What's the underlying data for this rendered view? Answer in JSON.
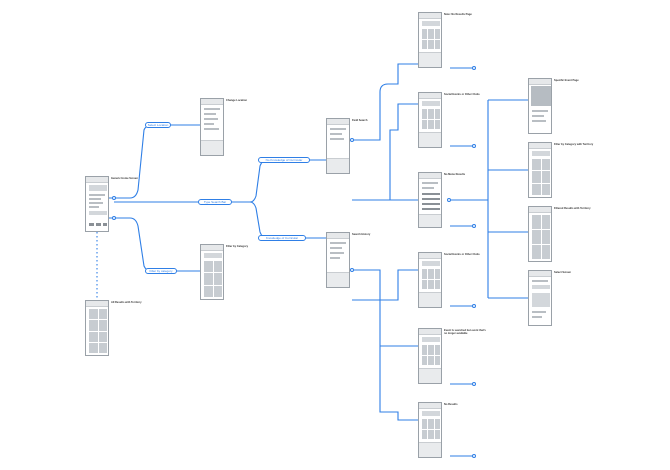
{
  "edge_labels": {
    "select_location": "Select Location",
    "filter_category": "Filter by category",
    "type_search": "Type Search Bar",
    "no_knowledge": "No Knowledge of Curricular",
    "knowledge": "Knowledge of Curricular"
  },
  "screens": {
    "home": "Generic Home Screen",
    "all_results": "All Results with Territory",
    "change_location": "Change Location",
    "filter_category": "Filter by Category",
    "field_search": "Field Search",
    "search_history": "Search History",
    "no_results_page": "Note: No Results Page",
    "social_events_1": "Social Events or Other Clubs",
    "no_menu_results": "No Menu Results",
    "social_events_2": "Social Events or Other Clubs",
    "event_no_longer": "Event Is searched but event that's no longer available",
    "no_results": "No Results",
    "specific_event": "Specific Event Page",
    "filter_cat_territory": "Filter by Category with Territory",
    "filtered_results": "Filtered Results with Territory",
    "select_screen": "Select Screen"
  },
  "colors": {
    "connector": "#2f7fe6",
    "frame_border": "#9aa1a8",
    "placeholder": "#d3d7db"
  },
  "icons": [
    "connector-endpoint-icon"
  ]
}
